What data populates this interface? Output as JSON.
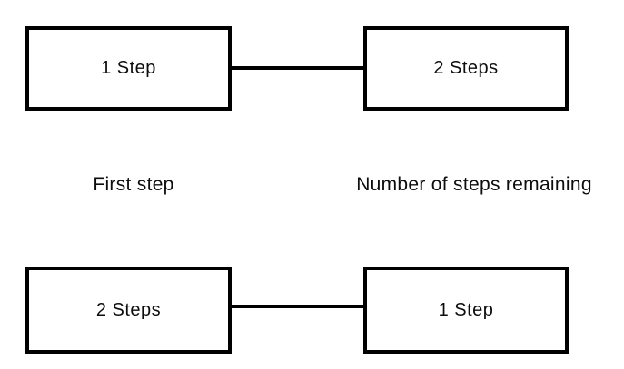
{
  "diagram": {
    "background": "#ffffff",
    "line_color": "#000000",
    "text_color": "#0d0d0d",
    "top_row": {
      "left_box_label": "1 Step",
      "right_box_label": "2 Steps"
    },
    "captions": {
      "left": "First step",
      "right": "Number of steps remaining"
    },
    "bottom_row": {
      "left_box_label": "2 Steps",
      "right_box_label": "1 Step"
    }
  }
}
